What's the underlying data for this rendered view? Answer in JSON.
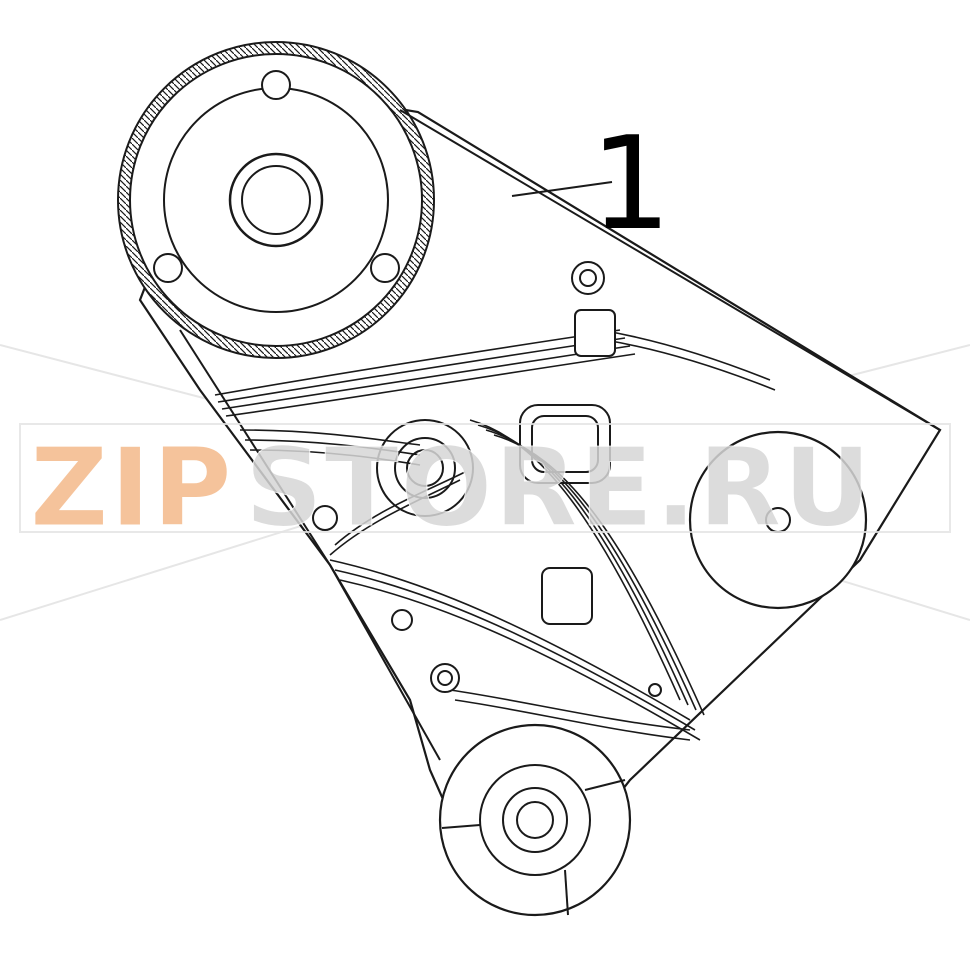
{
  "diagram": {
    "callout_label": "1"
  },
  "watermark": {
    "part_a": "ZIP",
    "part_b": "STORE.RU",
    "color_a": "#f4b98a",
    "color_b": "#d6d6d6"
  },
  "colors": {
    "line": "#1a1a1a",
    "background": "#ffffff"
  }
}
